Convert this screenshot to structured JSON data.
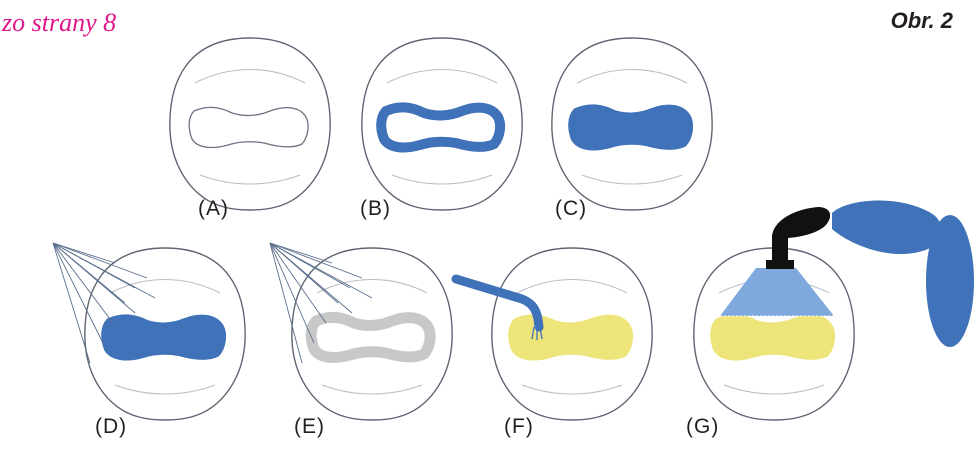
{
  "header": {
    "source_note": "zo strany 8",
    "figure_label": "Obr. 2"
  },
  "panels": [
    {
      "label": "(A)"
    },
    {
      "label": "(B)"
    },
    {
      "label": "(C)"
    },
    {
      "label": "(D)"
    },
    {
      "label": "(E)"
    },
    {
      "label": "(F)"
    },
    {
      "label": "(G)"
    }
  ],
  "colors": {
    "accent_pink": "#e0168a",
    "blue": "#3f72b8",
    "light_blue": "#7fa8dc",
    "yellow": "#ede47a",
    "gray": "#c8c8c8",
    "black": "#111111"
  }
}
